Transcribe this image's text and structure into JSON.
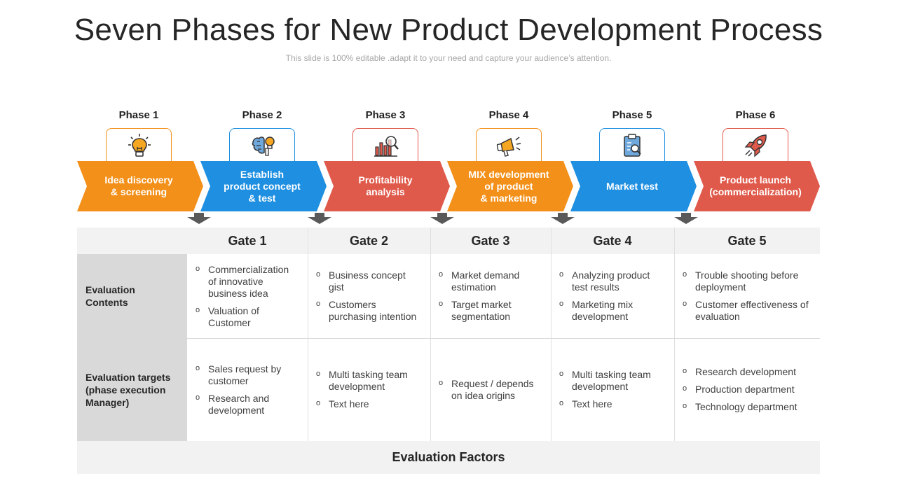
{
  "title": "Seven Phases for New Product Development Process",
  "subtitle": "This slide is 100% editable .adapt it to your need and capture your audience’s attention.",
  "colors": {
    "orange": "#F39019",
    "blue": "#1E8FE1",
    "red": "#E05A4B",
    "gray_arrow": "#595959"
  },
  "phases": [
    {
      "label": "Phase 1",
      "name_lines": [
        "Idea discovery",
        "& screening"
      ],
      "icon": "lightbulb-icon",
      "color": "#F39019"
    },
    {
      "label": "Phase 2",
      "name_lines": [
        "Establish",
        "product concept",
        "& test"
      ],
      "icon": "brain-idea-icon",
      "color": "#1E8FE1"
    },
    {
      "label": "Phase 3",
      "name_lines": [
        "Profitability",
        "analysis"
      ],
      "icon": "bar-chart-magnifier-icon",
      "color": "#E05A4B"
    },
    {
      "label": "Phase 4",
      "name_lines": [
        "MIX development",
        "of product",
        "& marketing"
      ],
      "icon": "megaphone-icon",
      "color": "#F39019"
    },
    {
      "label": "Phase 5",
      "name_lines": [
        "Market test"
      ],
      "icon": "clipboard-search-icon",
      "color": "#1E8FE1"
    },
    {
      "label": "Phase 6",
      "name_lines": [
        "Product launch",
        "(commercialization)"
      ],
      "icon": "rocket-icon",
      "color": "#E05A4B"
    }
  ],
  "gates": [
    "Gate 1",
    "Gate 2",
    "Gate 3",
    "Gate 4",
    "Gate 5"
  ],
  "rows": [
    {
      "label_lines": [
        "Evaluation",
        "Contents"
      ],
      "cells": [
        [
          [
            "Commercialization",
            "of innovative",
            "business idea"
          ],
          [
            "Valuation of",
            "Customer"
          ]
        ],
        [
          [
            "Business concept",
            "gist"
          ],
          [
            "Customers",
            "purchasing intention"
          ]
        ],
        [
          [
            "Market demand",
            "estimation"
          ],
          [
            "Target market",
            "segmentation"
          ]
        ],
        [
          [
            "Analyzing product",
            "test results"
          ],
          [
            "Marketing mix",
            "development"
          ]
        ],
        [
          [
            "Trouble shooting before",
            "deployment"
          ],
          [
            "Customer effectiveness of",
            "evaluation"
          ]
        ]
      ]
    },
    {
      "label_lines": [
        "Evaluation targets",
        "(phase execution",
        "Manager)"
      ],
      "cells": [
        [
          [
            "Sales request by",
            "customer"
          ],
          [
            "Research and",
            "development"
          ]
        ],
        [
          [
            "Multi tasking team",
            "development"
          ],
          [
            "Text here"
          ]
        ],
        [
          [
            "Request / depends",
            "on idea origins"
          ]
        ],
        [
          [
            "Multi tasking team",
            "development"
          ],
          [
            "Text here"
          ]
        ],
        [
          [
            "Research development"
          ],
          [
            "Production department"
          ],
          [
            "Technology department"
          ]
        ]
      ]
    }
  ],
  "footer": "Evaluation Factors"
}
